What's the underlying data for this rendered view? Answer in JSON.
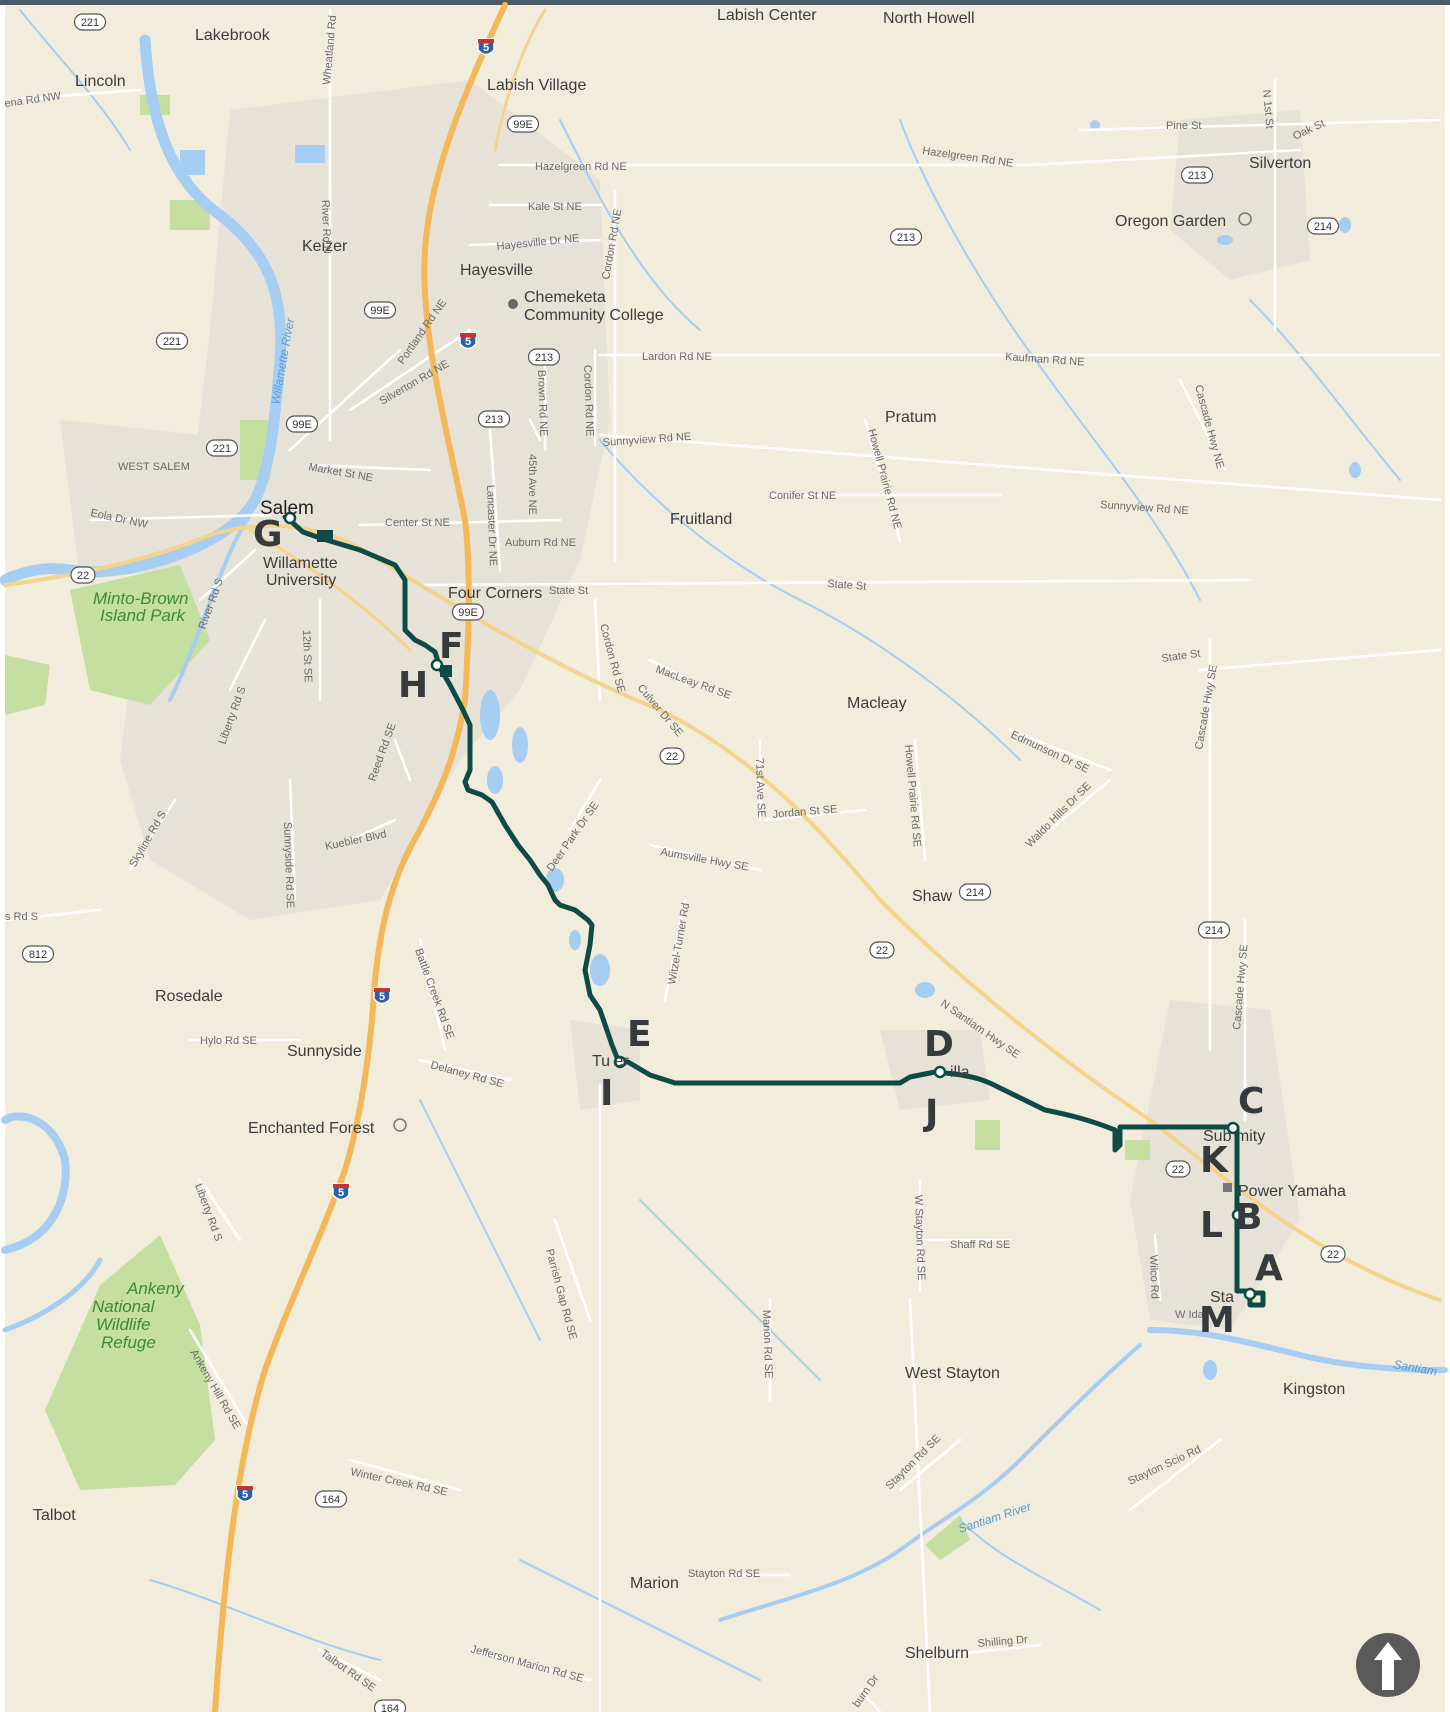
{
  "map": {
    "colors": {
      "land": "#f2ecdc",
      "urban": "#e6e2d7",
      "water": "#a6cdf2",
      "park": "#c4dfa0",
      "highway": "#f4b85a",
      "route": "#0d4b47",
      "road": "#ffffff",
      "north_arrow": "#5a5a5a"
    },
    "north_arrow_icon": "north-arrow-icon",
    "places": [
      {
        "id": "lakebrook",
        "text": "Lakebrook"
      },
      {
        "id": "lincoln",
        "text": "Lincoln"
      },
      {
        "id": "labish-center",
        "text": "Labish Center"
      },
      {
        "id": "north-howell",
        "text": "North Howell"
      },
      {
        "id": "labish-village",
        "text": "Labish Village"
      },
      {
        "id": "keizer",
        "text": "Keizer"
      },
      {
        "id": "hayesville",
        "text": "Hayesville"
      },
      {
        "id": "silverton",
        "text": "Silverton"
      },
      {
        "id": "oregon-garden",
        "text": "Oregon Garden"
      },
      {
        "id": "pratum",
        "text": "Pratum"
      },
      {
        "id": "west-salem",
        "text": "WEST SALEM"
      },
      {
        "id": "salem",
        "text": "Salem"
      },
      {
        "id": "willamette-1",
        "text": "Willamette"
      },
      {
        "id": "willamette-2",
        "text": "University"
      },
      {
        "id": "fruitland",
        "text": "Fruitland"
      },
      {
        "id": "four-corners",
        "text": "Four Corners"
      },
      {
        "id": "macleay",
        "text": "Macleay"
      },
      {
        "id": "shaw",
        "text": "Shaw"
      },
      {
        "id": "rosedale",
        "text": "Rosedale"
      },
      {
        "id": "sunnyside",
        "text": "Sunnyside"
      },
      {
        "id": "enchanted-forest",
        "text": "Enchanted Forest"
      },
      {
        "id": "turner",
        "text": "Tu  er"
      },
      {
        "id": "aumsville",
        "text": "illa"
      },
      {
        "id": "sublimity",
        "text": "Sub   mity"
      },
      {
        "id": "power-yamaha",
        "text": "Power Yamaha"
      },
      {
        "id": "stayton",
        "text": "Sta"
      },
      {
        "id": "w-ida",
        "text": "W Ida"
      },
      {
        "id": "west-stayton",
        "text": "West Stayton"
      },
      {
        "id": "kingston",
        "text": "Kingston"
      },
      {
        "id": "talbot",
        "text": "Talbot"
      },
      {
        "id": "marion",
        "text": "Marion"
      },
      {
        "id": "shelburn",
        "text": "Shelburn"
      }
    ],
    "college": {
      "line1": "Chemeketa",
      "line2": "Community College"
    },
    "parks": [
      {
        "id": "minto-1",
        "text": "Minto-Brown"
      },
      {
        "id": "minto-2",
        "text": "Island Park"
      },
      {
        "id": "ankeny-1",
        "text": "Ankeny"
      },
      {
        "id": "ankeny-2",
        "text": "National"
      },
      {
        "id": "ankeny-3",
        "text": "Wildlife"
      },
      {
        "id": "ankeny-4",
        "text": "Refuge"
      }
    ],
    "waters": [
      {
        "id": "willamette-river",
        "text": "Willamette River"
      },
      {
        "id": "santiam-river",
        "text": "Santiam River"
      },
      {
        "id": "santiam-east",
        "text": "Santiam"
      }
    ],
    "roads": [
      {
        "id": "ena-rd",
        "text": "ena Rd NW"
      },
      {
        "id": "wheatland",
        "text": "Wheatland Rd"
      },
      {
        "id": "river-rd-n",
        "text": "River Rd N"
      },
      {
        "id": "hazelgreen-1",
        "text": "Hazelgreen Rd NE"
      },
      {
        "id": "hazelgreen-2",
        "text": "Hazelgreen Rd NE"
      },
      {
        "id": "kale",
        "text": "Kale St NE"
      },
      {
        "id": "hayesville-dr",
        "text": "Hayesville Dr NE"
      },
      {
        "id": "cordon-n",
        "text": "Cordon Rd NE"
      },
      {
        "id": "pine",
        "text": "Pine St"
      },
      {
        "id": "oak",
        "text": "Oak St"
      },
      {
        "id": "n1st",
        "text": "N 1st St"
      },
      {
        "id": "lardon",
        "text": "Lardon Rd NE"
      },
      {
        "id": "kaufman",
        "text": "Kaufman Rd NE"
      },
      {
        "id": "portland",
        "text": "Portland Rd NE"
      },
      {
        "id": "silverton-rd",
        "text": "Silverton Rd NE"
      },
      {
        "id": "brown",
        "text": "Brown Rd NE"
      },
      {
        "id": "cordon-mid",
        "text": "Cordon Rd NE"
      },
      {
        "id": "cascade-n",
        "text": "Cascade Hwy NE"
      },
      {
        "id": "sunnyview-1",
        "text": "Sunnyview Rd NE"
      },
      {
        "id": "sunnyview-2",
        "text": "Sunnyview Rd NE"
      },
      {
        "id": "market",
        "text": "Market St NE"
      },
      {
        "id": "45th",
        "text": "45th Ave NE"
      },
      {
        "id": "conifer",
        "text": "Conifer St NE"
      },
      {
        "id": "howell-n",
        "text": "Howell Prairie Rd NE"
      },
      {
        "id": "eola",
        "text": "Eola Dr NW"
      },
      {
        "id": "center",
        "text": "Center St NE"
      },
      {
        "id": "lancaster",
        "text": "Lancaster Dr NE"
      },
      {
        "id": "auburn",
        "text": "Auburn Rd NE"
      },
      {
        "id": "state-1",
        "text": "State St"
      },
      {
        "id": "state-2",
        "text": "State St"
      },
      {
        "id": "state-3",
        "text": "State St"
      },
      {
        "id": "river-rd-s",
        "text": "River Rd S"
      },
      {
        "id": "12th",
        "text": "12th St SE"
      },
      {
        "id": "cordon-s",
        "text": "Cordon Rd SE"
      },
      {
        "id": "macleay-rd",
        "text": "MacLeay Rd SE"
      },
      {
        "id": "culver",
        "text": "Culver Dr SE"
      },
      {
        "id": "cascade-s",
        "text": "Cascade Hwy SE"
      },
      {
        "id": "liberty-n",
        "text": "Liberty Rd S"
      },
      {
        "id": "reed",
        "text": "Reed Rd SE"
      },
      {
        "id": "71st",
        "text": "71st Ave SE"
      },
      {
        "id": "jordan",
        "text": "Jordan St SE"
      },
      {
        "id": "howell-s",
        "text": "Howell Prairie Rd SE"
      },
      {
        "id": "edmunson",
        "text": "Edmunson Dr SE"
      },
      {
        "id": "waldo",
        "text": "Waldo Hills Dr SE"
      },
      {
        "id": "skyline",
        "text": "Skyline Rd S"
      },
      {
        "id": "sunnyside-rd",
        "text": "Sunnyside Rd SE"
      },
      {
        "id": "kuebler",
        "text": "Kuebler Blvd"
      },
      {
        "id": "deer-park",
        "text": "Deer Park Dr SE"
      },
      {
        "id": "aumsville-hwy",
        "text": "Aumsville Hwy SE"
      },
      {
        "id": "rds-left",
        "text": "s Rd S"
      },
      {
        "id": "battle-creek",
        "text": "Battle Creek Rd SE"
      },
      {
        "id": "witzel",
        "text": "Witzel-Turner Rd"
      },
      {
        "id": "santiam-hwy",
        "text": "N Santiam Hwy SE"
      },
      {
        "id": "cascade-se2",
        "text": "Cascade Hwy SE"
      },
      {
        "id": "hylo",
        "text": "Hylo Rd SE"
      },
      {
        "id": "delaney",
        "text": "Delaney Rd SE"
      },
      {
        "id": "liberty-s",
        "text": "Liberty Rd S"
      },
      {
        "id": "parrish",
        "text": "Parrish Gap Rd SE"
      },
      {
        "id": "marion-rd",
        "text": "Marion Rd SE"
      },
      {
        "id": "w-stayton-rd",
        "text": "W Stayton Rd SE"
      },
      {
        "id": "shaff",
        "text": "Shaff Rd SE"
      },
      {
        "id": "wilco",
        "text": "Wilco Rd"
      },
      {
        "id": "ankeny-hill",
        "text": "Ankeny Hill Rd SE"
      },
      {
        "id": "stayton-rd-1",
        "text": "Stayton Rd SE"
      },
      {
        "id": "stayton-scio",
        "text": "Stayton Scio Rd"
      },
      {
        "id": "winter-creek",
        "text": "Winter Creek Rd SE"
      },
      {
        "id": "stayton-rd-2",
        "text": "Stayton Rd SE"
      },
      {
        "id": "shilling",
        "text": "Shilling Dr"
      },
      {
        "id": "talbot-rd",
        "text": "Talbot Rd SE"
      },
      {
        "id": "jefferson",
        "text": "Jefferson Marion Rd SE"
      },
      {
        "id": "burn-dr",
        "text": "burn Dr"
      }
    ],
    "shields": [
      {
        "id": "s221a",
        "text": "221"
      },
      {
        "id": "s5a",
        "text": "5"
      },
      {
        "id": "s99e-a",
        "text": "99E"
      },
      {
        "id": "s213a",
        "text": "213"
      },
      {
        "id": "s214a",
        "text": "214"
      },
      {
        "id": "s213b",
        "text": "213"
      },
      {
        "id": "s99e-b",
        "text": "99E"
      },
      {
        "id": "s5b",
        "text": "5"
      },
      {
        "id": "s221b",
        "text": "221"
      },
      {
        "id": "s213c",
        "text": "213"
      },
      {
        "id": "s99e-c",
        "text": "99E"
      },
      {
        "id": "s213d",
        "text": "213"
      },
      {
        "id": "s221c",
        "text": "221"
      },
      {
        "id": "s22a",
        "text": "22"
      },
      {
        "id": "s99e-d",
        "text": "99E"
      },
      {
        "id": "s22b",
        "text": "22"
      },
      {
        "id": "s214b",
        "text": "214"
      },
      {
        "id": "s812",
        "text": "812"
      },
      {
        "id": "s22c",
        "text": "22"
      },
      {
        "id": "s214c",
        "text": "214"
      },
      {
        "id": "s5c",
        "text": "5"
      },
      {
        "id": "s22d",
        "text": "22"
      },
      {
        "id": "s5d",
        "text": "5"
      },
      {
        "id": "s22e",
        "text": "22"
      },
      {
        "id": "s5e",
        "text": "5"
      },
      {
        "id": "s164",
        "text": "164"
      },
      {
        "id": "s164b",
        "text": "164"
      }
    ],
    "route_letters": [
      {
        "id": "A",
        "text": "A"
      },
      {
        "id": "B",
        "text": "B"
      },
      {
        "id": "C",
        "text": "C"
      },
      {
        "id": "D",
        "text": "D"
      },
      {
        "id": "E",
        "text": "E"
      },
      {
        "id": "F",
        "text": "F"
      },
      {
        "id": "G",
        "text": "G"
      },
      {
        "id": "H",
        "text": "H"
      },
      {
        "id": "I",
        "text": "I"
      },
      {
        "id": "J",
        "text": "J"
      },
      {
        "id": "K",
        "text": "K"
      },
      {
        "id": "L",
        "text": "L"
      },
      {
        "id": "M",
        "text": "M"
      }
    ]
  }
}
